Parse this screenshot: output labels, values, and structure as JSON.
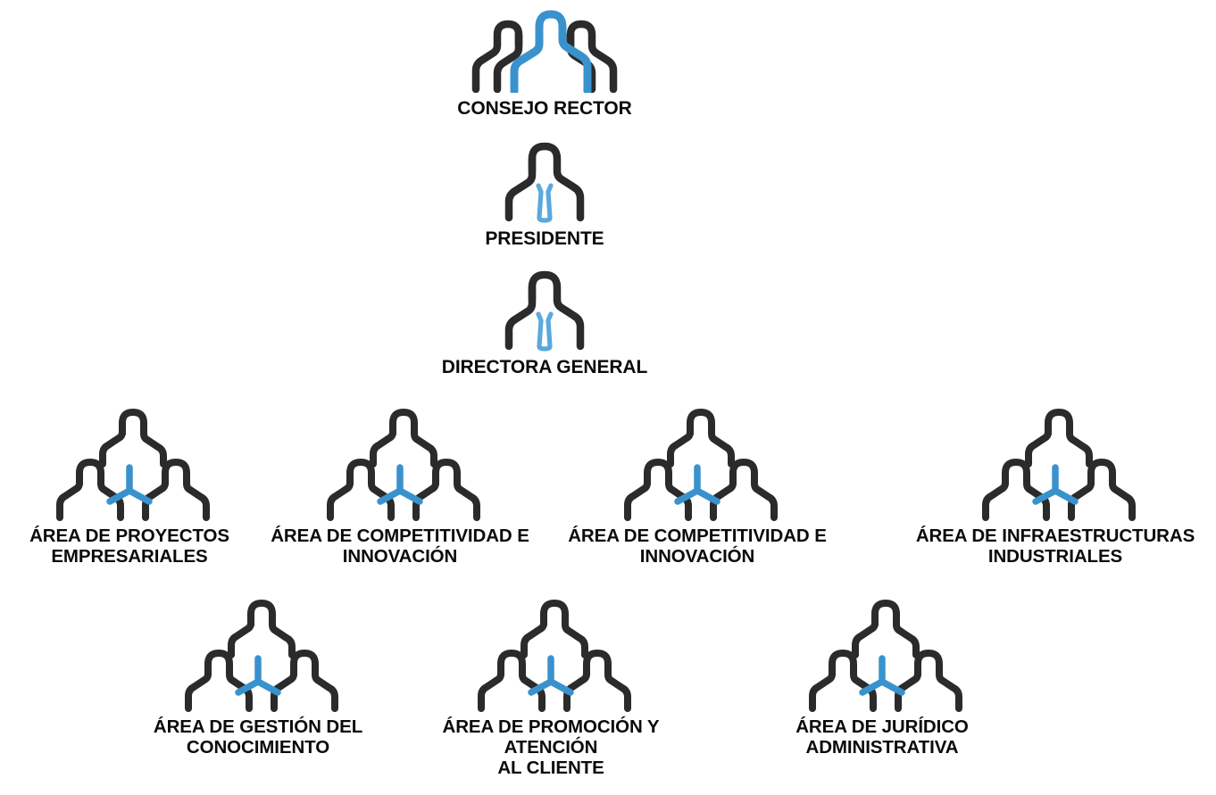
{
  "page": {
    "title": "Organigrama",
    "background": "#ffffff"
  },
  "colors": {
    "dark": "#2b2b2b",
    "accent_blue": "#3a92cd",
    "text": "#0b0b0b"
  },
  "org": {
    "tiers": [
      {
        "name": "board",
        "nodes": [
          {
            "id": "consejo-rector",
            "label": "CONSEJO RECTOR",
            "icon": "three-people-row-icon"
          }
        ]
      },
      {
        "name": "executive",
        "nodes": [
          {
            "id": "presidente",
            "label": "PRESIDENTE",
            "icon": "person-with-tie-icon"
          },
          {
            "id": "directora-general",
            "label": "DIRECTORA GENERAL",
            "icon": "person-with-tie-icon"
          }
        ]
      },
      {
        "name": "areas-row-1",
        "nodes": [
          {
            "id": "area-proyectos-empresariales",
            "label": "ÁREA DE PROYECTOS\nEMPRESARIALES",
            "icon": "team-group-icon"
          },
          {
            "id": "area-competitividad-innovacion-1",
            "label": "ÁREA DE COMPETITIVIDAD E\nINNOVACIÓN",
            "icon": "team-group-icon"
          },
          {
            "id": "area-competitividad-innovacion-2",
            "label": "ÁREA DE COMPETITIVIDAD E\nINNOVACIÓN",
            "icon": "team-group-icon"
          },
          {
            "id": "area-infraestructuras-industriales",
            "label": "ÁREA DE INFRAESTRUCTURAS\nINDUSTRIALES",
            "icon": "team-group-icon"
          }
        ]
      },
      {
        "name": "areas-row-2",
        "nodes": [
          {
            "id": "area-gestion-del-conocimiento",
            "label": "ÁREA DE GESTIÓN DEL\nCONOCIMIENTO",
            "icon": "team-group-icon"
          },
          {
            "id": "area-promocion-atencion-cliente",
            "label": "ÁREA DE PROMOCIÓN Y ATENCIÓN\nAL CLIENTE",
            "icon": "team-group-icon"
          },
          {
            "id": "area-juridico-administrativa",
            "label": "ÁREA DE JURÍDICO\nADMINISTRATIVA",
            "icon": "team-group-icon"
          }
        ]
      }
    ]
  }
}
